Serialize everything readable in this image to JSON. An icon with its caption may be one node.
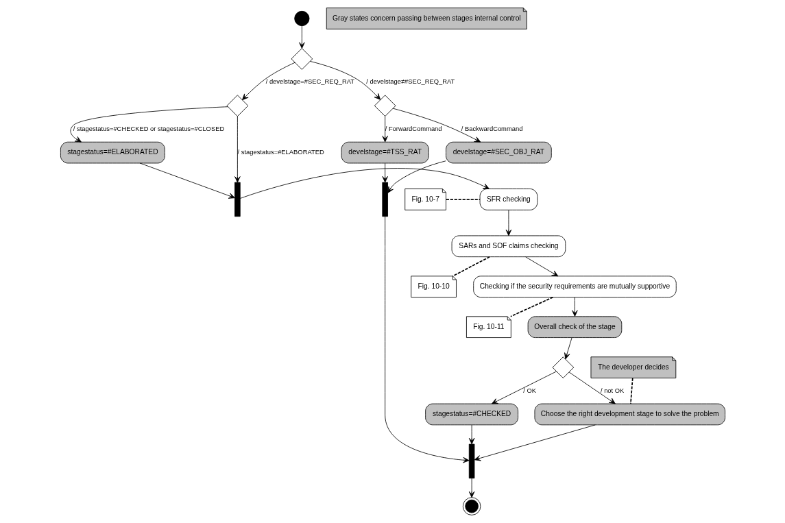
{
  "diagram": {
    "nodes": [
      {
        "text": [],
        "shape": "circle"
      },
      {
        "text": [],
        "shape": "diamond"
      },
      {
        "text": [],
        "shape": "diamond"
      },
      {
        "text": [
          "stagestatus=#ELABORATED"
        ]
      },
      {
        "text": [],
        "shape": "bar"
      },
      {
        "text": [
          "Fig. 10-7"
        ]
      },
      {
        "text": [
          "SFR checking"
        ]
      },
      {
        "text": [
          "SARs and SOF claims checking"
        ]
      },
      {
        "text": [
          "Fig. 10-10"
        ]
      },
      {
        "text": [
          "Checking if the security requirements are mutually supportive"
        ]
      },
      {
        "text": [
          "Fig. 10-11"
        ]
      },
      {
        "text": [
          "Gray states concern passing between stages internal control"
        ]
      },
      {
        "text": [],
        "shape": "diamond"
      },
      {
        "text": [
          "develstage=#TSS_RAT"
        ]
      },
      {
        "text": [
          "Overall check of the stage"
        ]
      },
      {
        "text": [
          "The developer decides"
        ]
      },
      {
        "text": [],
        "shape": "diamond"
      },
      {
        "text": [
          "stagestatus=#CHECKED"
        ]
      },
      {
        "text": [
          "develstage=#SEC_OBJ_RAT"
        ]
      },
      {
        "text": [],
        "shape": "bar"
      },
      {
        "text": [
          "Choose the right development stage to solve the problem"
        ]
      },
      {
        "text": [],
        "shape": "bar"
      },
      {
        "text": [],
        "shape": "circle"
      }
    ],
    "edges": [
      {
        "from": 0,
        "to": 1,
        "arrow": "to"
      },
      {
        "from": 1,
        "to": 2,
        "arrow": "to",
        "label": "/ develstage=#SEC_REQ_RAT"
      },
      {
        "from": 2,
        "to": 3,
        "arrow": "to",
        "label": "/ stagestatus=#CHECKED or stagestatus=#CLOSED"
      },
      {
        "from": 2,
        "to": 4,
        "arrow": "to",
        "label": "/ stagestatus=#ELABORATED"
      },
      {
        "from": 3,
        "to": 4,
        "arrow": "to"
      },
      {
        "from": 4,
        "to": 6,
        "arrow": "to"
      },
      {
        "from": 5,
        "to": 6,
        "arrow": "none",
        "style": "dashed"
      },
      {
        "from": 6,
        "to": 7,
        "arrow": "to"
      },
      {
        "from": 7,
        "to": 8,
        "arrow": "none",
        "style": "dashed"
      },
      {
        "from": 7,
        "to": 9,
        "arrow": "to"
      },
      {
        "from": 9,
        "to": 10,
        "arrow": "none",
        "style": "dashed"
      },
      {
        "from": 9,
        "to": 14,
        "arrow": "to"
      },
      {
        "from": 1,
        "to": 12,
        "arrow": "to",
        "label": "/ develstage≠#SEC_REQ_RAT"
      },
      {
        "from": 12,
        "to": 13,
        "arrow": "to",
        "label": "/ ForwardCommand"
      },
      {
        "from": 12,
        "to": 18,
        "arrow": "to",
        "label": "/ BackwardCommand"
      },
      {
        "from": 13,
        "to": 19,
        "arrow": "to"
      },
      {
        "from": 18,
        "to": 19,
        "arrow": "to"
      },
      {
        "from": 14,
        "to": 16,
        "arrow": "to"
      },
      {
        "from": 16,
        "to": 17,
        "arrow": "to",
        "label": "/ OK"
      },
      {
        "from": 16,
        "to": 20,
        "arrow": "to",
        "label": "/ not OK"
      },
      {
        "from": 15,
        "to": 20,
        "arrow": "none",
        "style": "dashed"
      },
      {
        "from": 19,
        "to": 21,
        "arrow": "to"
      },
      {
        "from": 17,
        "to": 21,
        "arrow": "to"
      },
      {
        "from": 20,
        "to": 21,
        "arrow": "to"
      },
      {
        "from": 21,
        "to": 22,
        "arrow": "to"
      }
    ]
  }
}
